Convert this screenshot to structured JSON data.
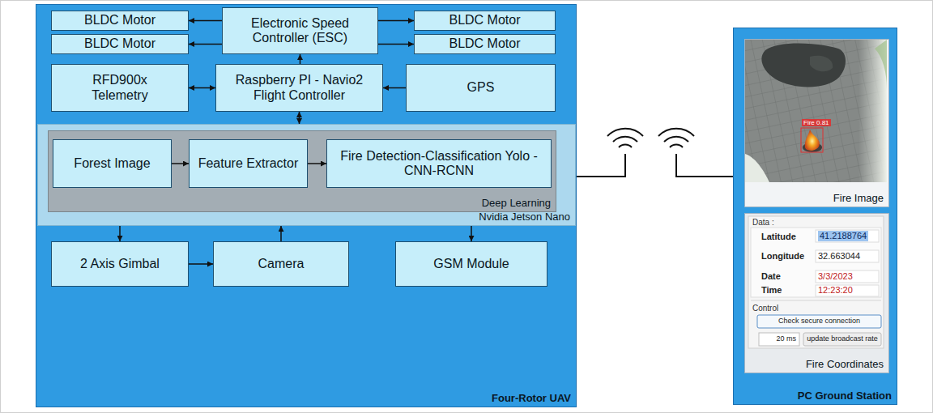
{
  "diagram": {
    "nodes": [
      {
        "text": [
          "Four-Rotor UAV"
        ]
      },
      {
        "text": [
          "BLDC Motor"
        ],
        "in": 0
      },
      {
        "text": [
          "Electronic Speed Controller (ESC)"
        ],
        "in": 0
      },
      {
        "text": [
          "BLDC Motor"
        ],
        "in": 0
      },
      {
        "text": [
          "BLDC Motor"
        ],
        "in": 0
      },
      {
        "text": [
          "BLDC Motor"
        ],
        "in": 0
      },
      {
        "text": [
          "RFD900x Telemetry"
        ],
        "in": 0
      },
      {
        "text": [
          "Raspberry PI - Navio2 Flight Controller"
        ],
        "in": 0
      },
      {
        "text": [
          "GPS"
        ],
        "in": 0
      },
      {
        "text": [
          "Nvidia Jetson Nano"
        ],
        "in": 0
      },
      {
        "text": [
          "Deep Learning"
        ],
        "in": 9
      },
      {
        "text": [
          "Forest Image"
        ],
        "in": 10
      },
      {
        "text": [
          "Feature Extractor"
        ],
        "in": 10
      },
      {
        "text": [
          "Fire Detection-Classification Yolo - CNN-RCNN"
        ],
        "in": 10
      },
      {
        "text": [
          "2 Axis Gimbal"
        ],
        "in": 0
      },
      {
        "text": [
          "Camera"
        ],
        "in": 0
      },
      {
        "text": [
          "GSM Module"
        ],
        "in": 0
      },
      {
        "text": [
          "PC Ground Station"
        ]
      },
      {
        "text": [
          "Fire Image"
        ],
        "in": 17
      },
      {
        "text": [
          "Fire Coordinates"
        ],
        "in": 17
      }
    ],
    "edges": [
      {
        "from": 2,
        "to": 1,
        "arrow": "to"
      },
      {
        "from": 2,
        "to": 3,
        "arrow": "to"
      },
      {
        "from": 2,
        "to": 4,
        "arrow": "to"
      },
      {
        "from": 2,
        "to": 5,
        "arrow": "to"
      },
      {
        "from": 7,
        "to": 2,
        "arrow": "to"
      },
      {
        "from": 6,
        "to": 7,
        "arrow": "both"
      },
      {
        "from": 8,
        "to": 7,
        "arrow": "to"
      },
      {
        "from": 7,
        "to": 9,
        "arrow": "both"
      },
      {
        "from": 11,
        "to": 12,
        "arrow": "to"
      },
      {
        "from": 12,
        "to": 13,
        "arrow": "to"
      },
      {
        "from": 9,
        "to": 14,
        "arrow": "to"
      },
      {
        "from": 14,
        "to": 15,
        "arrow": "to"
      },
      {
        "from": 15,
        "to": 9,
        "arrow": "to"
      },
      {
        "from": 9,
        "to": 16,
        "arrow": "to"
      }
    ],
    "labels": [
      "Fire 0.81",
      "Data :",
      "Latitude",
      "41.2188764",
      "Longitude",
      "32.663044",
      "Date",
      "3/3/2023",
      "Time",
      "12:23:20",
      "Control",
      "Check secure connection",
      "20 ms",
      "update broadcast rate"
    ]
  }
}
